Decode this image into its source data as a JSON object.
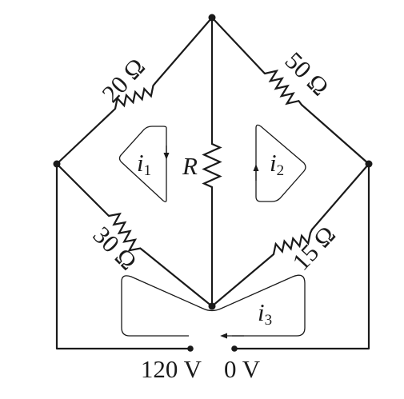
{
  "resistors": {
    "top_left": "20 Ω",
    "top_right": "50 Ω",
    "bottom_left": "30 Ω",
    "bottom_right": "15 Ω",
    "middle": "R"
  },
  "currents": {
    "i1": {
      "symbol": "i",
      "sub": "1"
    },
    "i2": {
      "symbol": "i",
      "sub": "2"
    },
    "i3": {
      "symbol": "i",
      "sub": "3"
    }
  },
  "terminals": {
    "left": "120 V",
    "right": "0 V"
  },
  "colors": {
    "ink": "#1a1a1a",
    "background": "#ffffff"
  }
}
